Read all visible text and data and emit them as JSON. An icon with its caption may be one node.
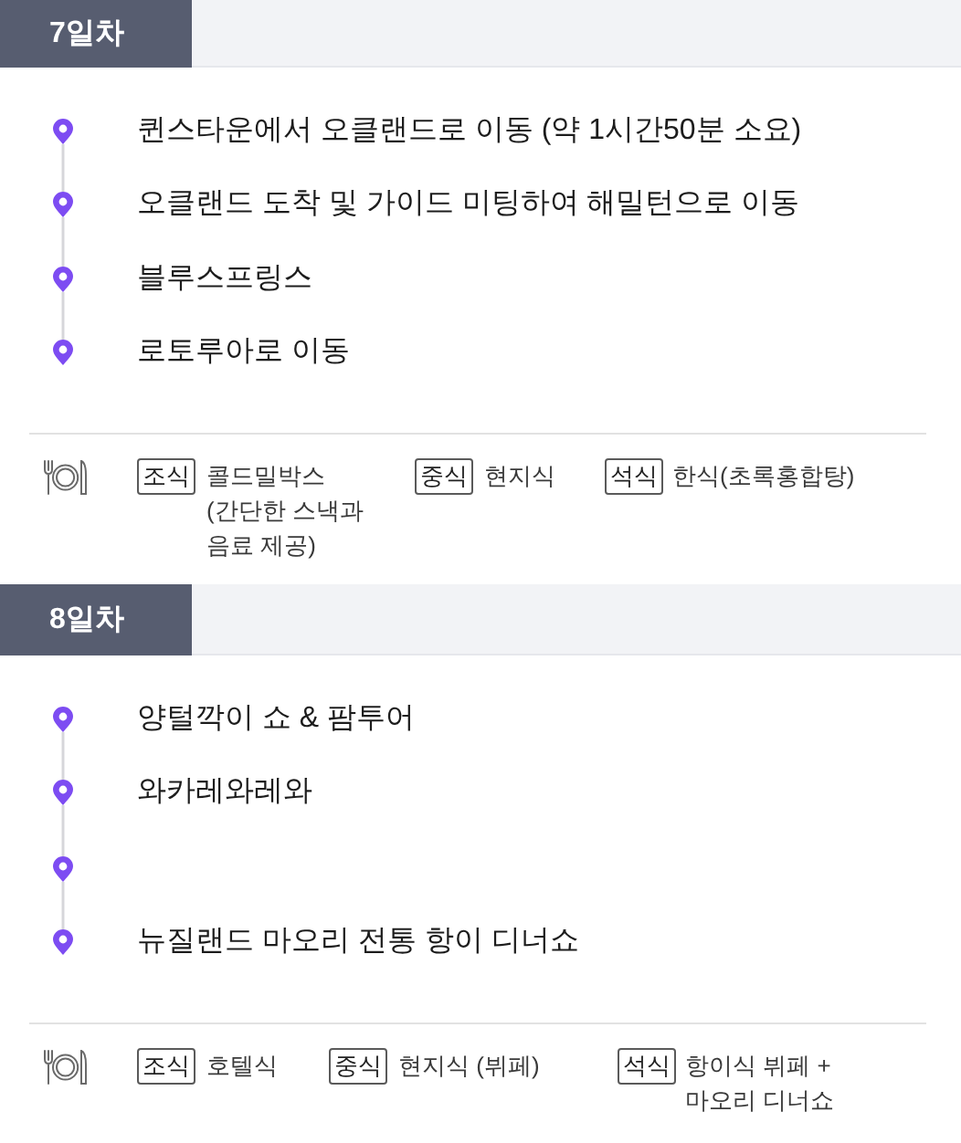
{
  "diagram": {
    "nodes": [
      {
        "text": [
          "7일차"
        ]
      },
      {
        "text": [],
        "shape": "pin",
        "beside": [
          "퀸스타운에서 오클랜드로 이동 (약 1시간50분 소요)"
        ]
      },
      {
        "text": [],
        "shape": "pin",
        "beside": [
          "오클랜드 도착 및 가이드 미팅하여 해밀턴으로 이동"
        ]
      },
      {
        "text": [],
        "shape": "pin",
        "beside": [
          "블루스프링스"
        ]
      },
      {
        "text": [],
        "shape": "pin",
        "beside": [
          "로토루아로 이동"
        ]
      },
      {
        "text": [
          "조식"
        ],
        "beside": [
          "콜드밀박스 (간단한 스낵과 음료 제공)"
        ]
      },
      {
        "text": [
          "중식"
        ],
        "beside": [
          "현지식"
        ]
      },
      {
        "text": [
          "석식"
        ],
        "beside": [
          "한식(초록홍합탕)"
        ]
      },
      {
        "text": [
          "8일차"
        ]
      },
      {
        "text": [],
        "shape": "pin",
        "beside": [
          "양털깍이 쇼 & 팜투어"
        ]
      },
      {
        "text": [],
        "shape": "pin",
        "beside": [
          "와카레와레와"
        ]
      },
      {
        "text": [],
        "shape": "pin"
      },
      {
        "text": [],
        "shape": "pin",
        "beside": [
          "뉴질랜드 마오리 전통 항이 디너쇼"
        ]
      },
      {
        "text": [
          "조식"
        ],
        "beside": [
          "호텔식"
        ]
      },
      {
        "text": [
          "중식"
        ],
        "beside": [
          "현지식 (뷔페)"
        ]
      },
      {
        "text": [
          "석식"
        ],
        "beside": [
          "항이식 뷔페 + 마오리 디너쇼"
        ]
      }
    ],
    "edges": [
      {
        "from": 1,
        "to": 2,
        "arrow": "none"
      },
      {
        "from": 2,
        "to": 3,
        "arrow": "none"
      },
      {
        "from": 3,
        "to": 4,
        "arrow": "none"
      },
      {
        "from": 9,
        "to": 10,
        "arrow": "none"
      },
      {
        "from": 10,
        "to": 11,
        "arrow": "none"
      },
      {
        "from": 11,
        "to": 12,
        "arrow": "none"
      }
    ]
  }
}
